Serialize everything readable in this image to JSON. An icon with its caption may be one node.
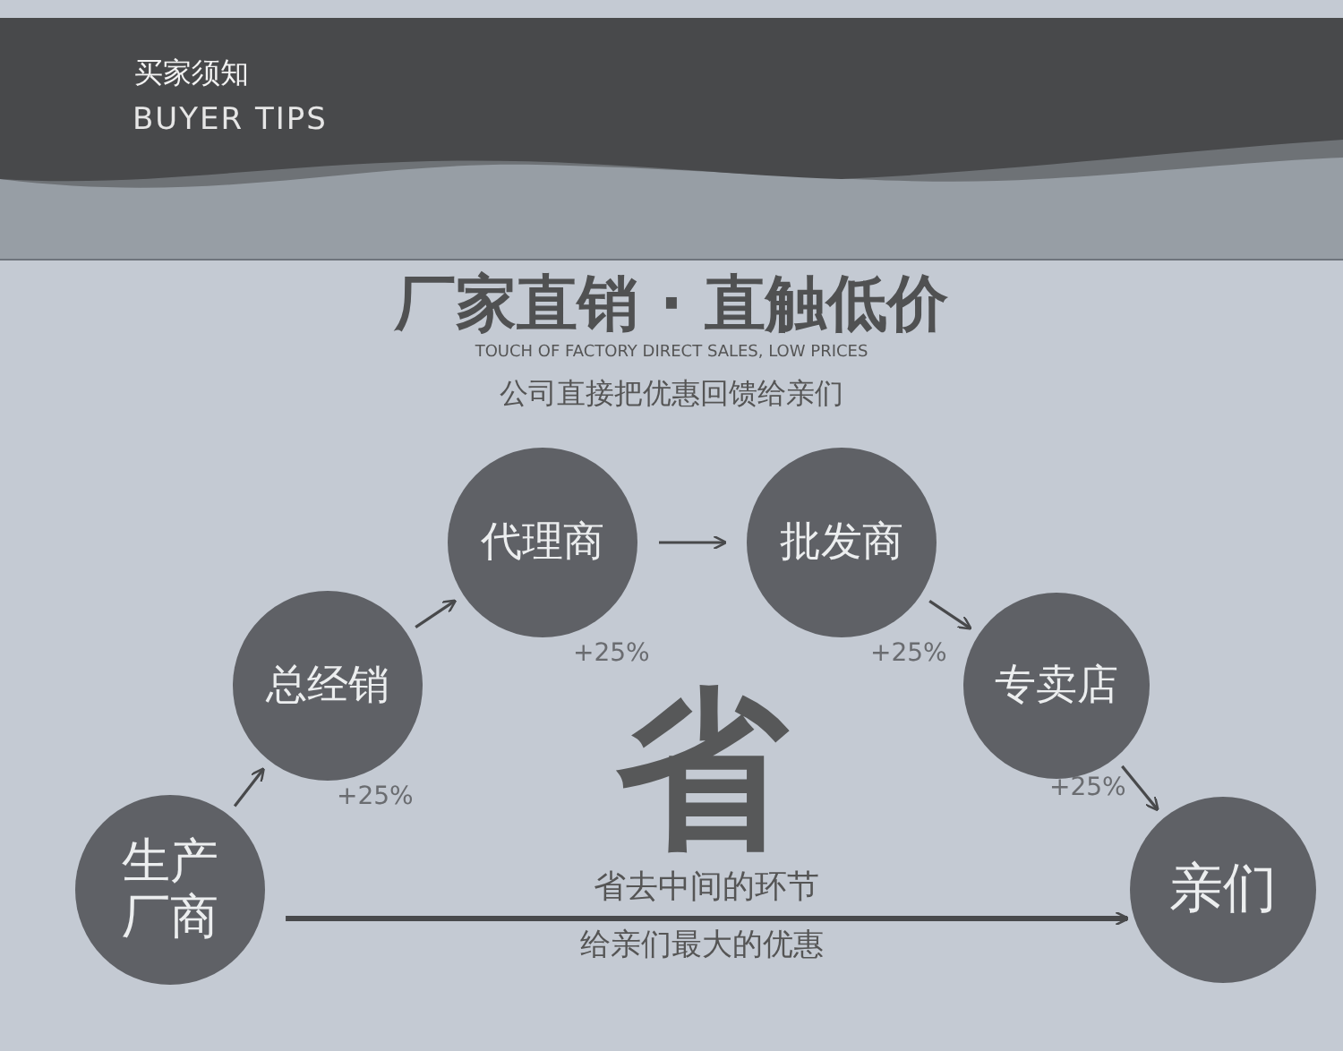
{
  "diagram": {
    "title": "厂家直销 · 直触低价",
    "nodes": [
      {
        "text": [
          "生产厂商"
        ]
      },
      {
        "text": [
          "总经销"
        ],
        "beside": [
          "+25%"
        ]
      },
      {
        "text": [
          "代理商"
        ],
        "beside": [
          "+25%"
        ]
      },
      {
        "text": [
          "批发商"
        ],
        "beside": [
          "+25%"
        ]
      },
      {
        "text": [
          "专卖店"
        ],
        "beside": [
          "+25%"
        ]
      },
      {
        "text": [
          "亲们"
        ]
      }
    ],
    "edges": [
      {
        "from": 0,
        "to": 1,
        "arrow": "to"
      },
      {
        "from": 1,
        "to": 2,
        "arrow": "to"
      },
      {
        "from": 2,
        "to": 3,
        "arrow": "to"
      },
      {
        "from": 3,
        "to": 4,
        "arrow": "to"
      },
      {
        "from": 4,
        "to": 5,
        "arrow": "to"
      },
      {
        "from": 0,
        "to": 5,
        "arrow": "to",
        "label": "省去中间的环节"
      }
    ],
    "labels": [
      "买家须知",
      "BUYER TIPS",
      "TOUCH OF FACTORY DIRECT SALES, LOW PRICES",
      "公司直接把优惠回馈给亲们",
      "省",
      "给亲们最大的优惠"
    ]
  }
}
